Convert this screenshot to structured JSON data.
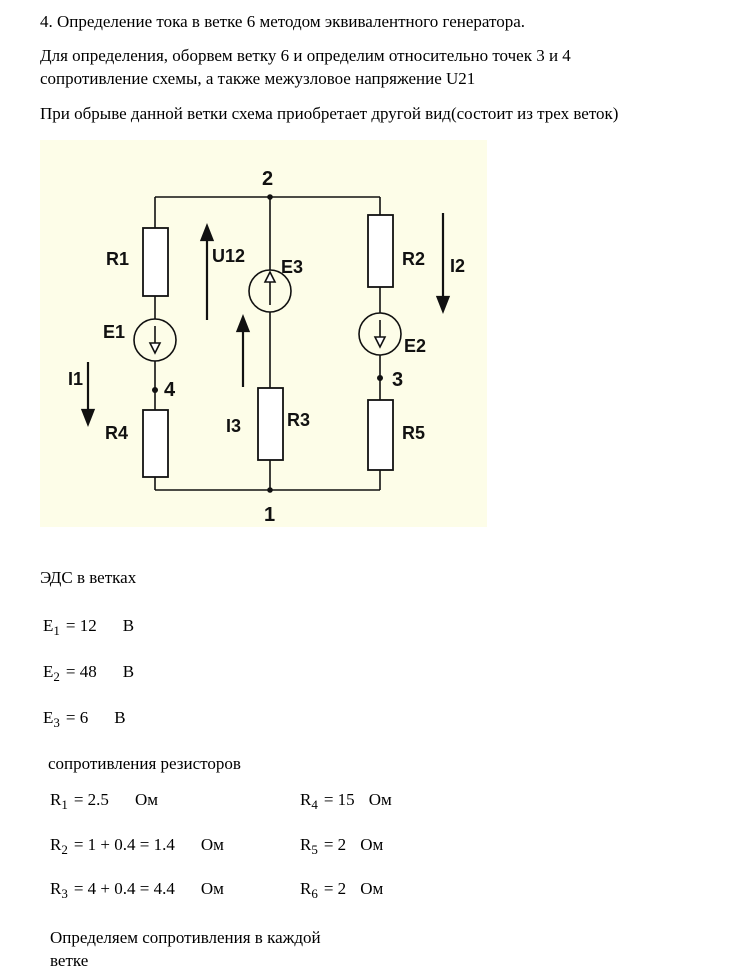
{
  "doc": {
    "title": "4. Определение тока в ветке 6 методом эквивалентного генератора.",
    "para1": "Для определения, оборвем ветку 6 и определим относительно точек 3 и 4 сопротивление схемы, а также межузловое напряжение U21",
    "para2": "При обрыве данной ветки схема приобретает другой вид(состоит из трех веток)",
    "emf_heading": "ЭДС в ветках",
    "resistors_heading": "сопротивления резисторов",
    "footer": "Определяем сопротивления в каждой ветке"
  },
  "circuit": {
    "bg_color": "#fdfde8",
    "line_color": "#111111",
    "nodes": {
      "n1": "1",
      "n2": "2",
      "n3": "3",
      "n4": "4"
    },
    "labels": {
      "r1": "R1",
      "r2": "R2",
      "r3": "R3",
      "r4": "R4",
      "r5": "R5",
      "e1": "E1",
      "e2": "E2",
      "e3": "E3",
      "u12": "U12",
      "i1": "I1",
      "i2": "I2",
      "i3": "I3"
    }
  },
  "emf": {
    "e1": {
      "base": "E",
      "sub": "1",
      "eq": "=  12",
      "unit": "В"
    },
    "e2": {
      "base": "E",
      "sub": "2",
      "eq": "=  48",
      "unit": "В"
    },
    "e3": {
      "base": "E",
      "sub": "3",
      "eq": "=  6",
      "unit": "В"
    }
  },
  "resistors": {
    "r1": {
      "base": "R",
      "sub": "1",
      "eq": "=  2.5",
      "unit": "Ом"
    },
    "r2": {
      "base": "R",
      "sub": "2",
      "eq": "=  1 + 0.4 = 1.4",
      "unit": "Ом"
    },
    "r3": {
      "base": "R",
      "sub": "3",
      "eq": "=  4 + 0.4 = 4.4",
      "unit": "Ом"
    },
    "r4": {
      "base": "R",
      "sub": "4",
      "eq": "=  15",
      "unit": "Ом"
    },
    "r5": {
      "base": "R",
      "sub": "5",
      "eq": "=  2",
      "unit": "Ом"
    },
    "r6": {
      "base": "R",
      "sub": "6",
      "eq": "=  2",
      "unit": "Ом"
    }
  }
}
